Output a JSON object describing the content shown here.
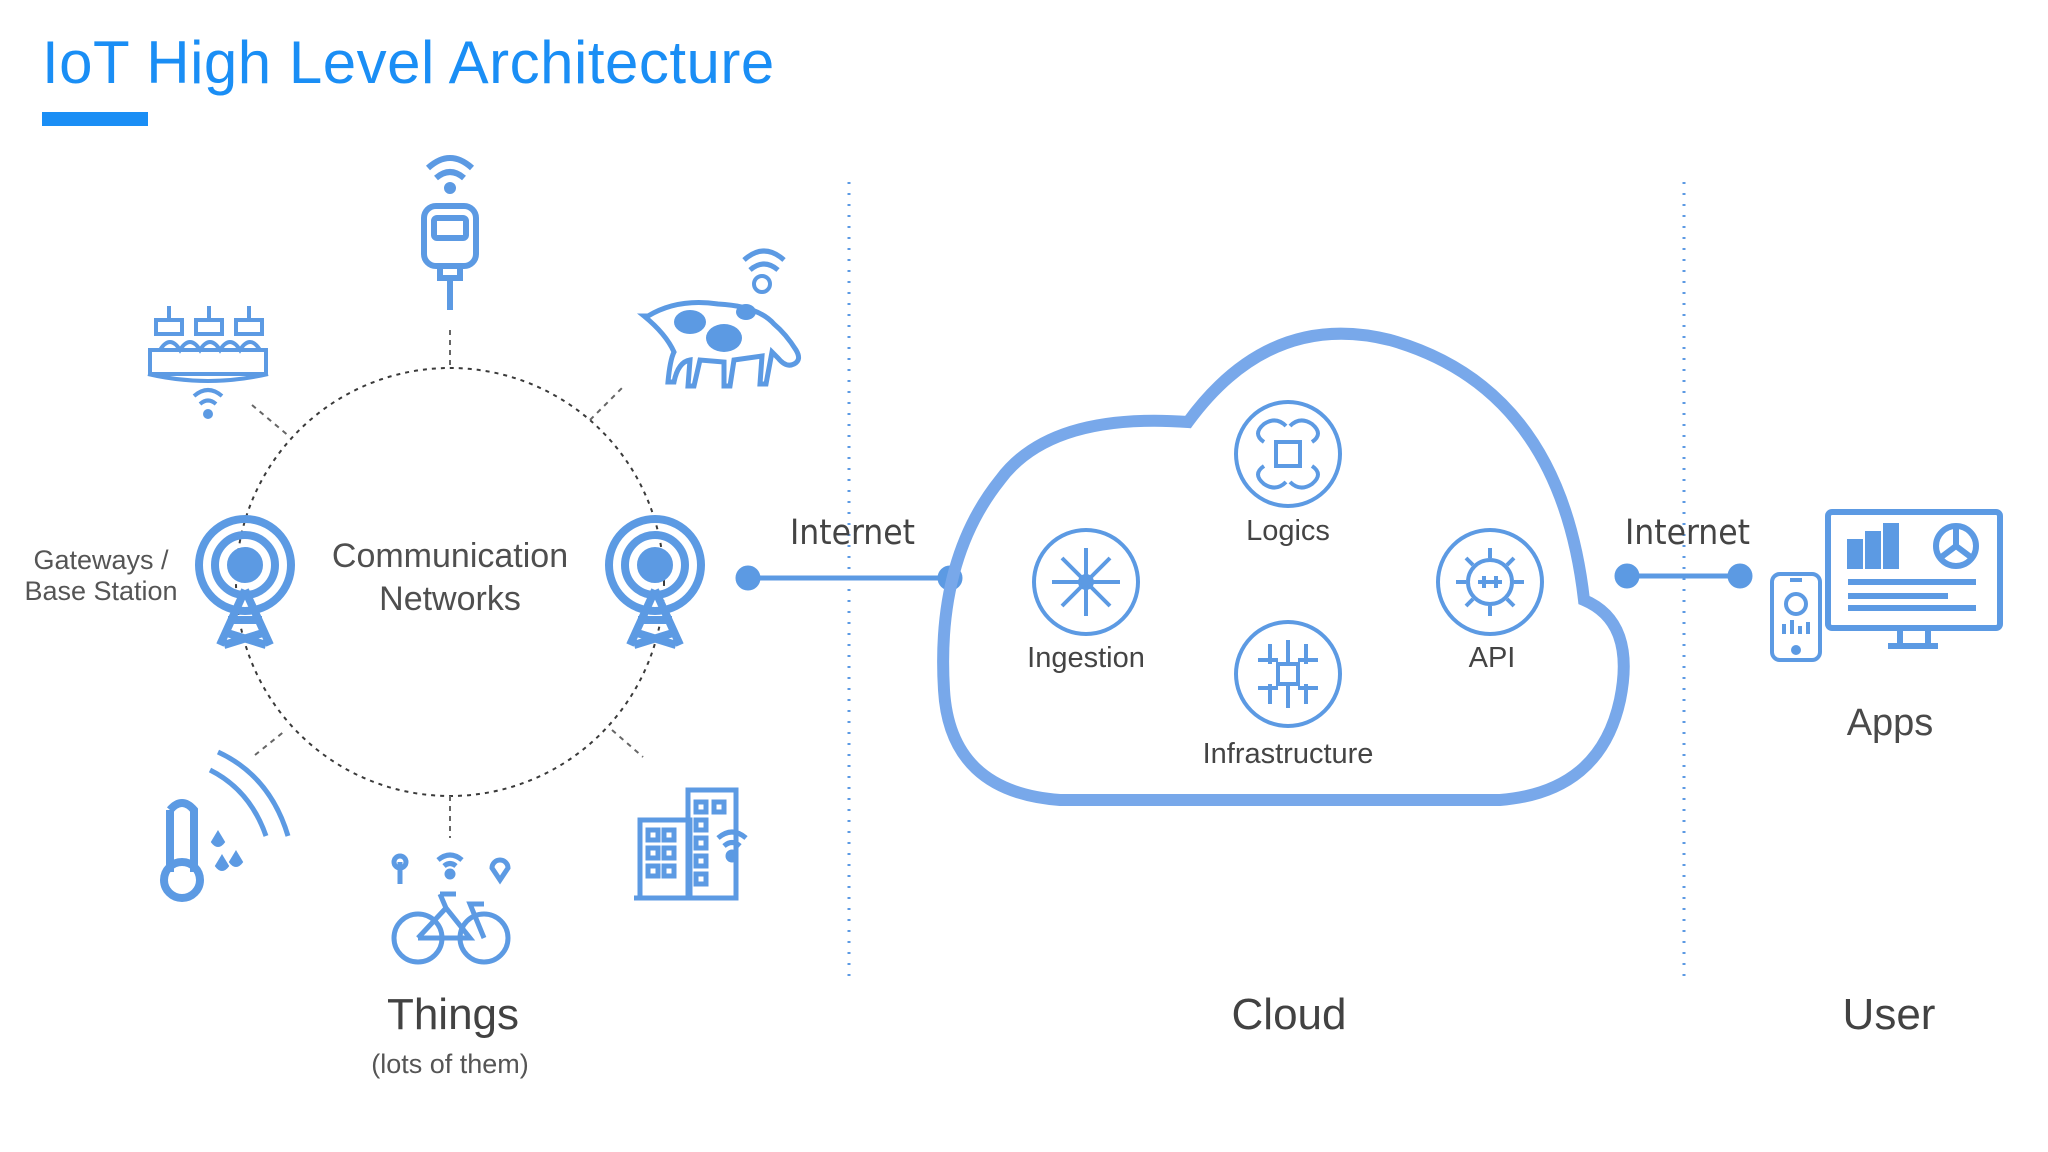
{
  "title": "IoT High Level Architecture",
  "colors": {
    "accent": "#1a8ef5",
    "icon_blue": "#5c9ae3",
    "cloud_outline": "#78a8ea",
    "text": "#555555"
  },
  "things": {
    "gateway_label": "Gateways /\nBase Station",
    "network_label": "Communication\nNetworks",
    "section_label": "Things",
    "section_sublabel": "(lots of them)",
    "icons": [
      "smart-plant-icon",
      "sensor-tracker-icon",
      "smart-cow-icon",
      "weather-sensor-icon",
      "smart-bike-icon",
      "smart-building-icon",
      "cell-tower-icon"
    ]
  },
  "connectors": {
    "left_label": "Internet",
    "right_label": "Internet"
  },
  "cloud": {
    "section_label": "Cloud",
    "components": {
      "logics": "Logics",
      "ingestion": "Ingestion",
      "api": "API",
      "infrastructure": "Infrastructure"
    },
    "icons": [
      "neural-chip-icon",
      "data-burst-icon",
      "gear-plug-icon",
      "circuit-board-icon"
    ]
  },
  "user": {
    "section_label": "User",
    "apps_label": "Apps",
    "icons": [
      "mobile-phone-icon",
      "desktop-dashboard-icon"
    ]
  }
}
